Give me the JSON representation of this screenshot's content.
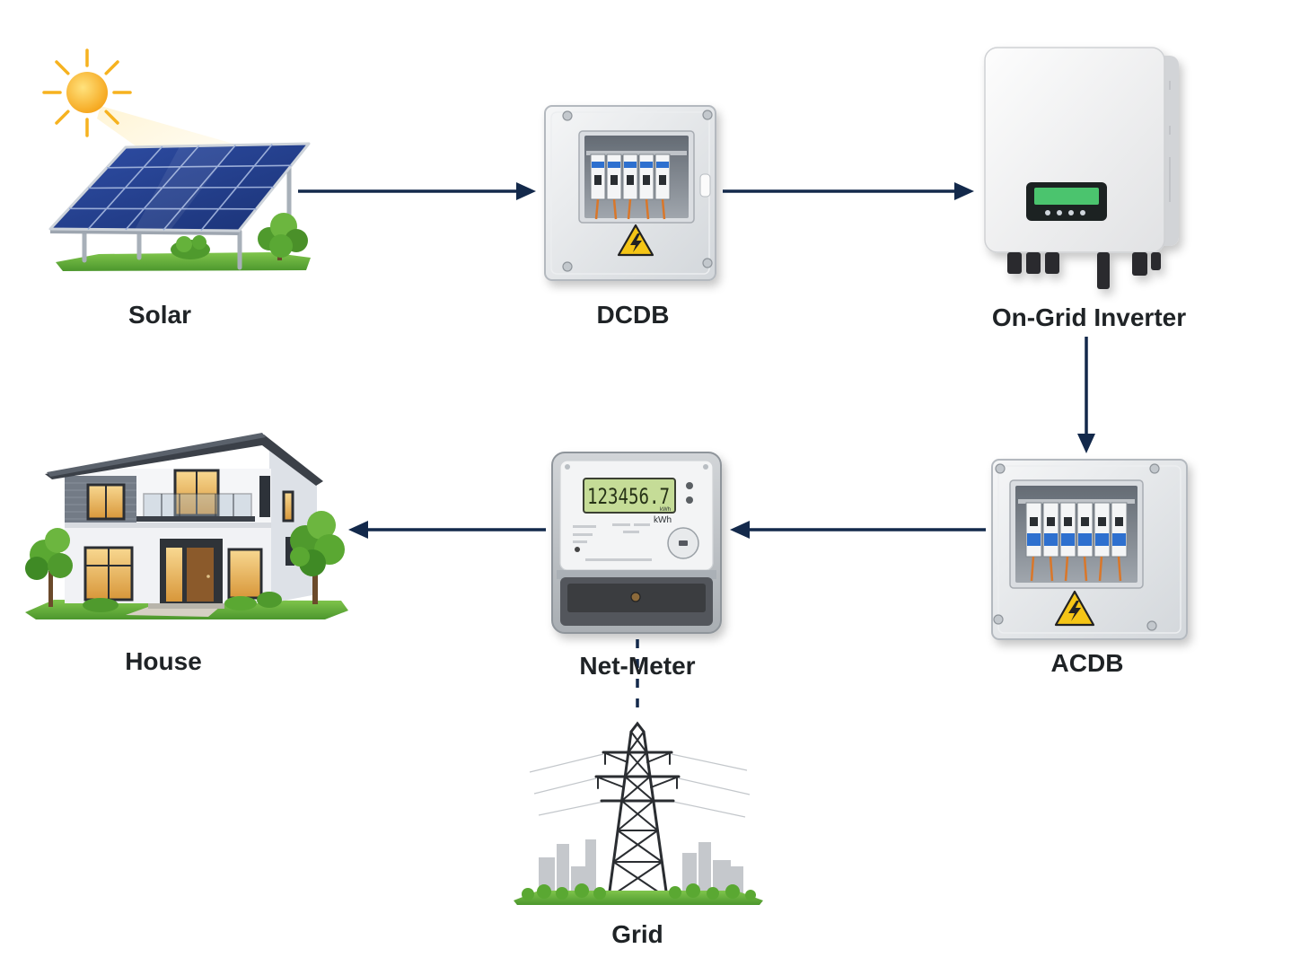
{
  "nodes": [
    {
      "label": "Solar"
    },
    {
      "label": "DCDB"
    },
    {
      "label": "On-Grid Inverter"
    },
    {
      "label": "ACDB"
    },
    {
      "label": "Net-Meter"
    },
    {
      "label": "House"
    },
    {
      "label": "Grid"
    }
  ],
  "net_meter": {
    "reading": "123456.7",
    "unit": "kWh"
  },
  "flows": [
    [
      0,
      1
    ],
    [
      1,
      2
    ],
    [
      2,
      3
    ],
    [
      3,
      4
    ],
    [
      4,
      5
    ]
  ],
  "links": [
    [
      4,
      6
    ]
  ],
  "colors": {
    "arrow": "#13294b",
    "label": "#1f2326"
  }
}
